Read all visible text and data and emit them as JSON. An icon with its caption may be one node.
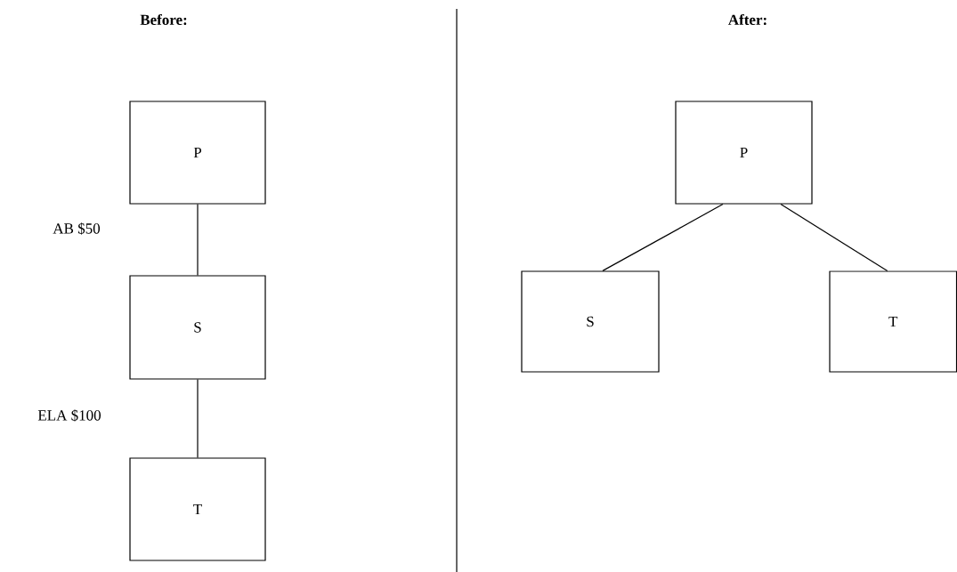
{
  "diagram": {
    "nodes": [
      {
        "text": [
          "P"
        ]
      },
      {
        "text": [
          "S"
        ]
      },
      {
        "text": [
          "T"
        ]
      },
      {
        "text": [
          "P"
        ]
      },
      {
        "text": [
          "S"
        ]
      },
      {
        "text": [
          "T"
        ]
      }
    ],
    "edges": [
      {
        "from": 0,
        "to": 1,
        "arrow": "none"
      },
      {
        "from": 1,
        "to": 2,
        "arrow": "none"
      },
      {
        "from": 3,
        "to": 4,
        "arrow": "none"
      },
      {
        "from": 3,
        "to": 5,
        "arrow": "none"
      }
    ],
    "labels": [
      "Before:",
      "After:",
      "AB $50",
      "ELA $100"
    ]
  }
}
